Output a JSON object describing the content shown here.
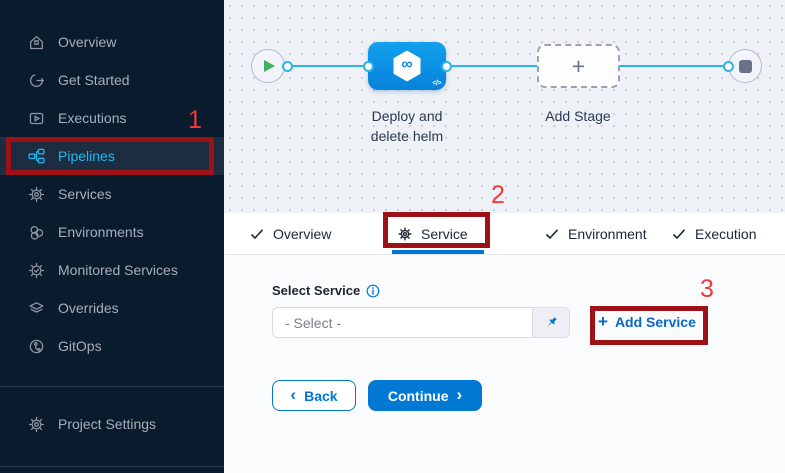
{
  "sidebar": {
    "items": [
      {
        "label": "Overview",
        "icon": "home-icon",
        "selected": false
      },
      {
        "label": "Get Started",
        "icon": "get-started-icon",
        "selected": false
      },
      {
        "label": "Executions",
        "icon": "executions-icon",
        "selected": false
      },
      {
        "label": "Pipelines",
        "icon": "pipelines-icon",
        "selected": true
      },
      {
        "label": "Services",
        "icon": "gear-icon",
        "selected": false
      },
      {
        "label": "Environments",
        "icon": "environments-icon",
        "selected": false
      },
      {
        "label": "Monitored Services",
        "icon": "monitored-services-icon",
        "selected": false
      },
      {
        "label": "Overrides",
        "icon": "layers-icon",
        "selected": false
      },
      {
        "label": "GitOps",
        "icon": "gitops-icon",
        "selected": false
      }
    ],
    "footer_item": {
      "label": "Project Settings",
      "icon": "gear-icon"
    }
  },
  "canvas": {
    "stage_label": "Deploy and delete helm",
    "add_stage_label": "Add Stage",
    "add_stage_plus": "+",
    "stage_icon_glyph": "∞",
    "stage_code_glyph": "</>"
  },
  "tabs": [
    {
      "label": "Overview",
      "icon": "check-icon",
      "active": false
    },
    {
      "label": "Service",
      "icon": "gear-icon",
      "active": true
    },
    {
      "label": "Environment",
      "icon": "check-icon",
      "active": false
    },
    {
      "label": "Execution",
      "icon": "check-icon",
      "active": false
    }
  ],
  "form": {
    "select_label": "Select Service",
    "select_placeholder": "- Select -",
    "add_service_plus": "+",
    "add_service_label": "Add Service",
    "back_chevron": "‹",
    "back_label": "Back",
    "continue_label": "Continue",
    "continue_chevron": "›"
  },
  "annotations": {
    "step1": "1",
    "step2": "2",
    "step3": "3",
    "box_color": "#9e1117",
    "number_color": "#f4383c"
  },
  "colors": {
    "sidebar_bg": "#0a1b2e",
    "sidebar_selected_text": "#1fb8f3",
    "accent_blue": "#0278d5",
    "node_blue": "#0b8de4",
    "connector_cyan": "#29b5e6",
    "start_green": "#43b05c",
    "end_gray": "#6b7186",
    "canvas_bg": "#eef2f6"
  }
}
